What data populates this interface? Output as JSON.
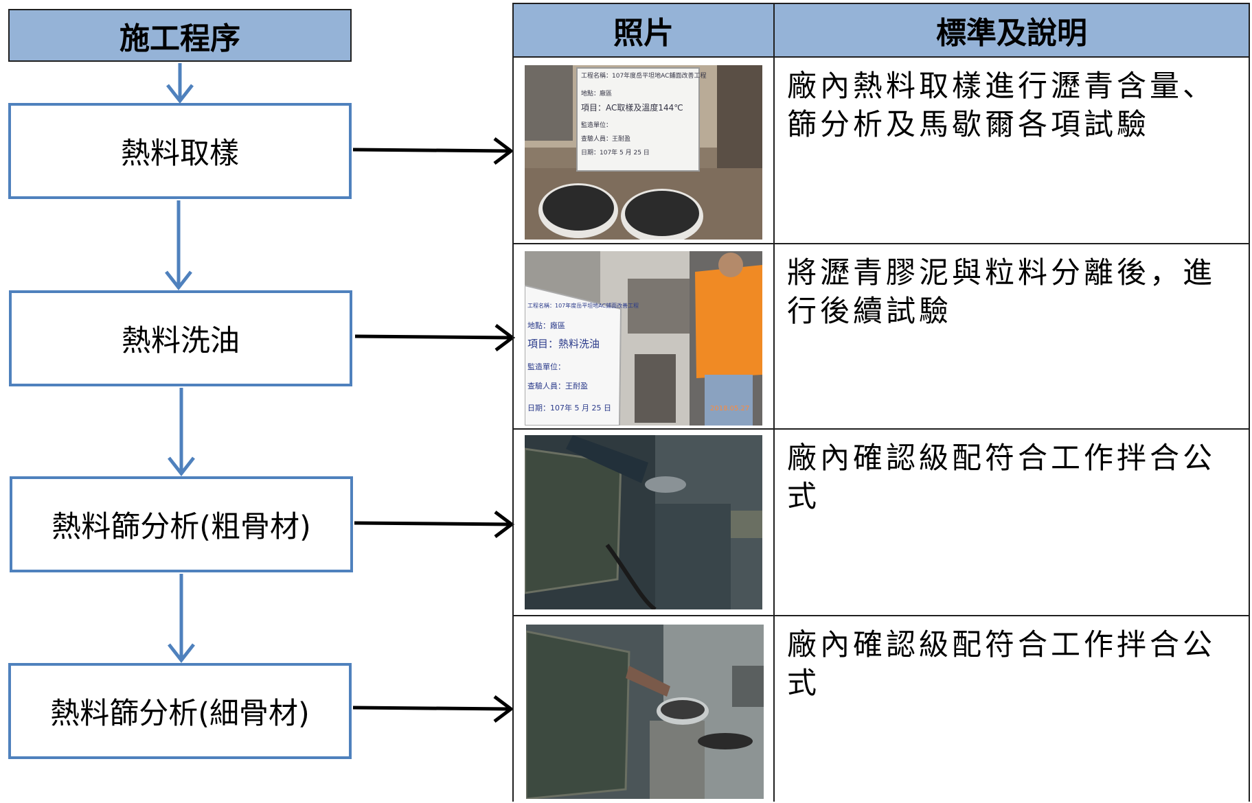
{
  "procedure_header": "施工程序",
  "steps": [
    {
      "label": "熱料取樣"
    },
    {
      "label": "熱料洗油"
    },
    {
      "label": "熱料篩分析(粗骨材)"
    },
    {
      "label": "熱料篩分析(細骨材)"
    }
  ],
  "table": {
    "headers": {
      "photo": "照片",
      "description": "標準及說明"
    },
    "rows": [
      {
        "description": "廠內熱料取樣進行瀝青含量、篩分析及馬歇爾各項試驗",
        "photo_board_lines": [
          "工程名稱：107年度岳平坦地AC鋪面改善工程",
          "地點：廠區",
          "項目：AC取樣及溫度144℃",
          "監造單位：",
          "查驗人員：王耐盈",
          "日期：107年 5 月 25 日"
        ]
      },
      {
        "description": "將瀝青膠泥與粒料分離後，進行後續試驗",
        "photo_board_lines": [
          "工程名稱：107年度岳平坦地AC鋪面改善工程",
          "地點：廠區",
          "項目：熱料洗油",
          "監造單位：",
          "查驗人員：王耐盈",
          "日期：107年 5 月 25 日"
        ],
        "photo_timestamp": "2018.05.27"
      },
      {
        "description": "廠內確認級配符合工作拌合公式"
      },
      {
        "description": "廠內確認級配符合工作拌合公式"
      }
    ]
  },
  "colors": {
    "header_fill": "#95b3d7",
    "step_border": "#4f81bd",
    "grid": "#1f1f1f",
    "arrow": "#000000"
  }
}
